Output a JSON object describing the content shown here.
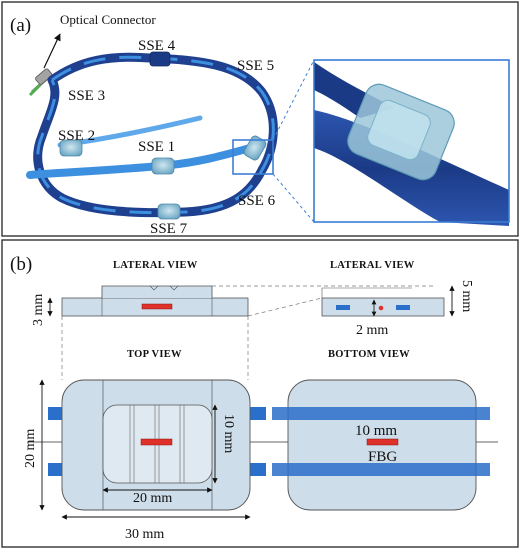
{
  "panel_a": {
    "label": "(a)",
    "connector_label": "Optical Connector",
    "sensors": [
      "SSE 1",
      "SSE 2",
      "SSE 3",
      "SSE 4",
      "SSE 5",
      "SSE 6",
      "SSE 7"
    ]
  },
  "panel_b": {
    "label": "(b)",
    "views": {
      "lateral_left": "LATERAL VIEW",
      "lateral_right": "LATERAL VIEW",
      "top": "TOP VIEW",
      "bottom": "BOTTOM VIEW"
    },
    "dimensions": {
      "height_3mm": "3 mm",
      "height_5mm": "5 mm",
      "depth_2mm": "2 mm",
      "width_10mm": "10 mm",
      "width_20mm": "20 mm",
      "width_30mm": "30 mm",
      "height_20mm": "20 mm",
      "fbg_length": "10 mm"
    },
    "fbg_label": "FBG"
  },
  "colors": {
    "strap_dark": "#1f3f8f",
    "strap_light": "#3d8fe0",
    "sensor_translucent": "#9cc7d9",
    "fbg_red": "#e0302a",
    "drawing_fill": "#cddde9",
    "band_blue": "#2a6fc9"
  }
}
